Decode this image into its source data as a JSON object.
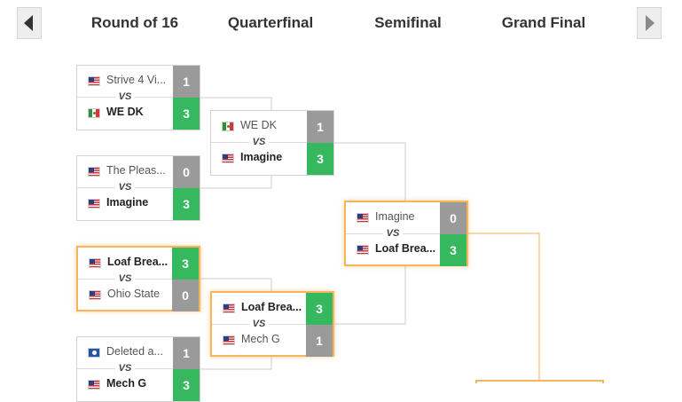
{
  "rounds": [
    "Round of 16",
    "Quarterfinal",
    "Semifinal",
    "Grand Final"
  ],
  "vs_label": "VS",
  "colors": {
    "win": "#36b85f",
    "lose": "#9a9a9a",
    "highlight": "#f3b55e",
    "line": "#cccccc",
    "highlight_line": "#f0b14e"
  },
  "nav": {
    "prev_icon": "triangle-left-icon",
    "next_icon": "triangle-right-icon"
  },
  "matches": [
    {
      "teams": [
        {
          "name": "Strive 4 Vi...",
          "flag": "us",
          "score": "1",
          "winner": false
        },
        {
          "name": "WE DK",
          "flag": "mx",
          "score": "3",
          "winner": true
        }
      ]
    },
    {
      "teams": [
        {
          "name": "The Pleas...",
          "flag": "us",
          "score": "0",
          "winner": false
        },
        {
          "name": "Imagine",
          "flag": "us",
          "score": "3",
          "winner": true
        }
      ]
    },
    {
      "teams": [
        {
          "name": "Loaf Brea...",
          "flag": "us",
          "score": "3",
          "winner": true
        },
        {
          "name": "Ohio State",
          "flag": "us",
          "score": "0",
          "winner": false
        }
      ]
    },
    {
      "teams": [
        {
          "name": "Deleted a...",
          "flag": "bz",
          "score": "1",
          "winner": false
        },
        {
          "name": "Mech G",
          "flag": "us",
          "score": "3",
          "winner": true
        }
      ]
    },
    {
      "teams": [
        {
          "name": "WE DK",
          "flag": "mx",
          "score": "1",
          "winner": false
        },
        {
          "name": "Imagine",
          "flag": "us",
          "score": "3",
          "winner": true
        }
      ]
    },
    {
      "teams": [
        {
          "name": "Loaf Brea...",
          "flag": "us",
          "score": "3",
          "winner": true
        },
        {
          "name": "Mech G",
          "flag": "us",
          "score": "1",
          "winner": false
        }
      ]
    },
    {
      "teams": [
        {
          "name": "Imagine",
          "flag": "us",
          "score": "0",
          "winner": false
        },
        {
          "name": "Loaf Brea...",
          "flag": "us",
          "score": "3",
          "winner": true
        }
      ]
    }
  ]
}
